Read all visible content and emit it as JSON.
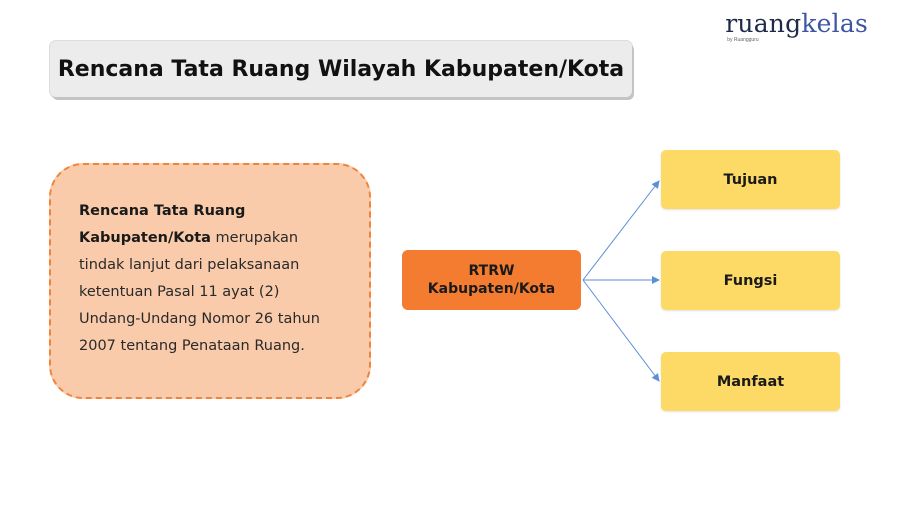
{
  "logo": {
    "part1": "ruang",
    "part2": "kelas",
    "sub": "by Ruangguru"
  },
  "title": "Rencana Tata Ruang Wilayah Kabupaten/Kota",
  "description": {
    "bold": "Rencana Tata Ruang Kabupaten/Kota",
    "text": " merupakan tindak lanjut dari pelaksanaan ketentuan Pasal 11 ayat (2) Undang-Undang Nomor 26 tahun 2007 tentang Penataan Ruang."
  },
  "center": {
    "line1": "RTRW",
    "line2": "Kabupaten/Kota"
  },
  "branches": [
    {
      "label": "Tujuan"
    },
    {
      "label": "Fungsi"
    },
    {
      "label": "Manfaat"
    }
  ],
  "colors": {
    "title_bg": "#ececec",
    "desc_fill": "#f9cbab",
    "desc_border": "#f0843c",
    "center_fill": "#f47c30",
    "leaf_fill": "#fdd966",
    "arrow": "#5b8fd6"
  }
}
